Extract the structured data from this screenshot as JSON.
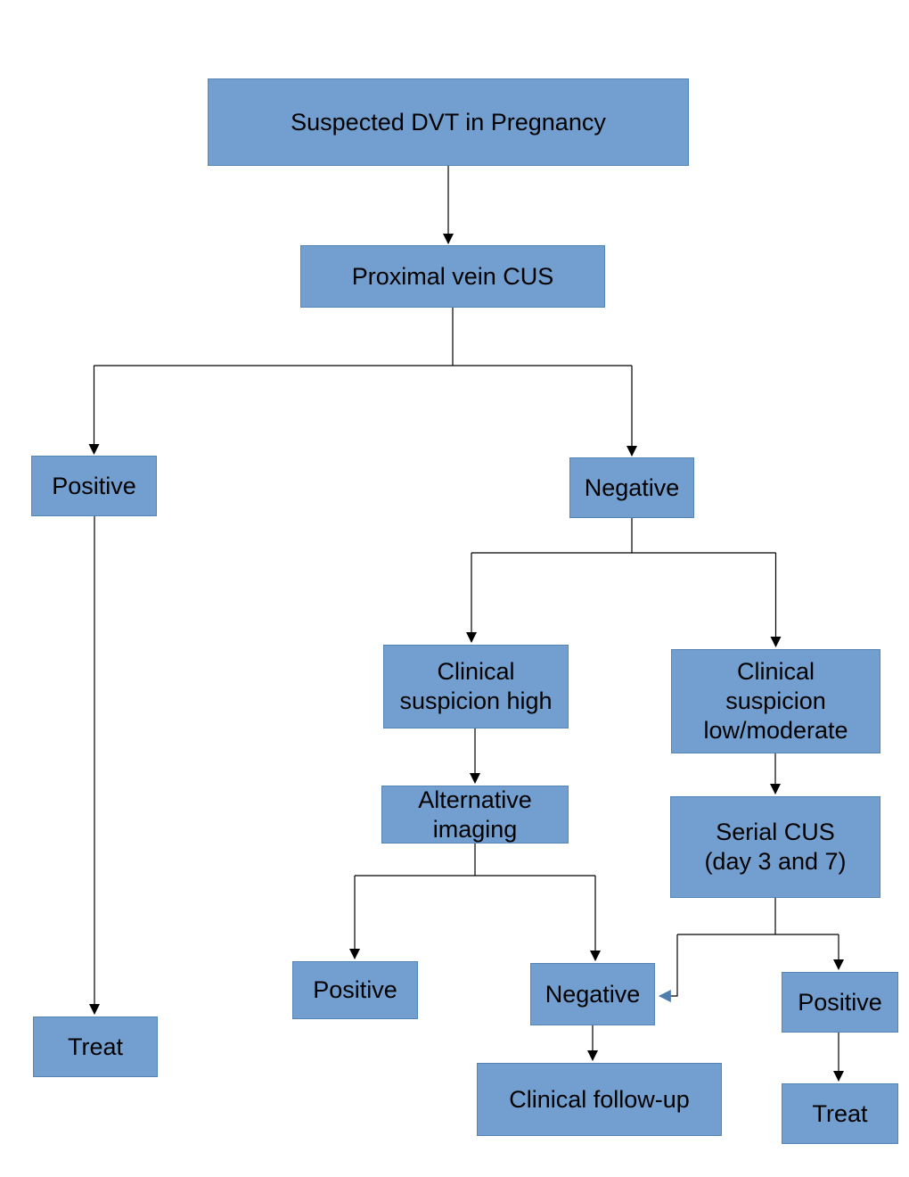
{
  "diagram": {
    "type": "flowchart",
    "title": "Suspected DVT in Pregnancy",
    "colors": {
      "node_fill": "#729fcf",
      "node_border": "#5585b5",
      "connector": "#000000",
      "blue_arrow": "#4f7dac"
    },
    "nodes": {
      "suspected": {
        "label": "Suspected DVT in Pregnancy"
      },
      "proximal_cus": {
        "label": "Proximal vein CUS"
      },
      "cus_positive": {
        "label": "Positive"
      },
      "cus_negative": {
        "label": "Negative"
      },
      "suspicion_high": {
        "label": "Clinical\nsuspicion high"
      },
      "suspicion_low": {
        "label": "Clinical\nsuspicion\nlow/moderate"
      },
      "alt_imaging": {
        "label": "Alternative\nimaging"
      },
      "serial_cus": {
        "label": "Serial CUS\n(day 3 and 7)"
      },
      "alt_positive": {
        "label": "Positive"
      },
      "alt_negative": {
        "label": "Negative"
      },
      "clinical_followup": {
        "label": "Clinical follow-up"
      },
      "serial_positive": {
        "label": "Positive"
      },
      "treat_left": {
        "label": "Treat"
      },
      "treat_right": {
        "label": "Treat"
      }
    },
    "edges": [
      {
        "from": "suspected",
        "to": "proximal_cus"
      },
      {
        "from": "proximal_cus",
        "to": "cus_positive"
      },
      {
        "from": "proximal_cus",
        "to": "cus_negative"
      },
      {
        "from": "cus_positive",
        "to": "treat_left"
      },
      {
        "from": "cus_negative",
        "to": "suspicion_high"
      },
      {
        "from": "cus_negative",
        "to": "suspicion_low"
      },
      {
        "from": "suspicion_high",
        "to": "alt_imaging"
      },
      {
        "from": "alt_imaging",
        "to": "alt_positive"
      },
      {
        "from": "alt_imaging",
        "to": "alt_negative"
      },
      {
        "from": "suspicion_low",
        "to": "serial_cus"
      },
      {
        "from": "serial_cus",
        "to": "alt_negative"
      },
      {
        "from": "serial_cus",
        "to": "serial_positive"
      },
      {
        "from": "alt_negative",
        "to": "clinical_followup"
      },
      {
        "from": "serial_positive",
        "to": "treat_right"
      }
    ]
  }
}
